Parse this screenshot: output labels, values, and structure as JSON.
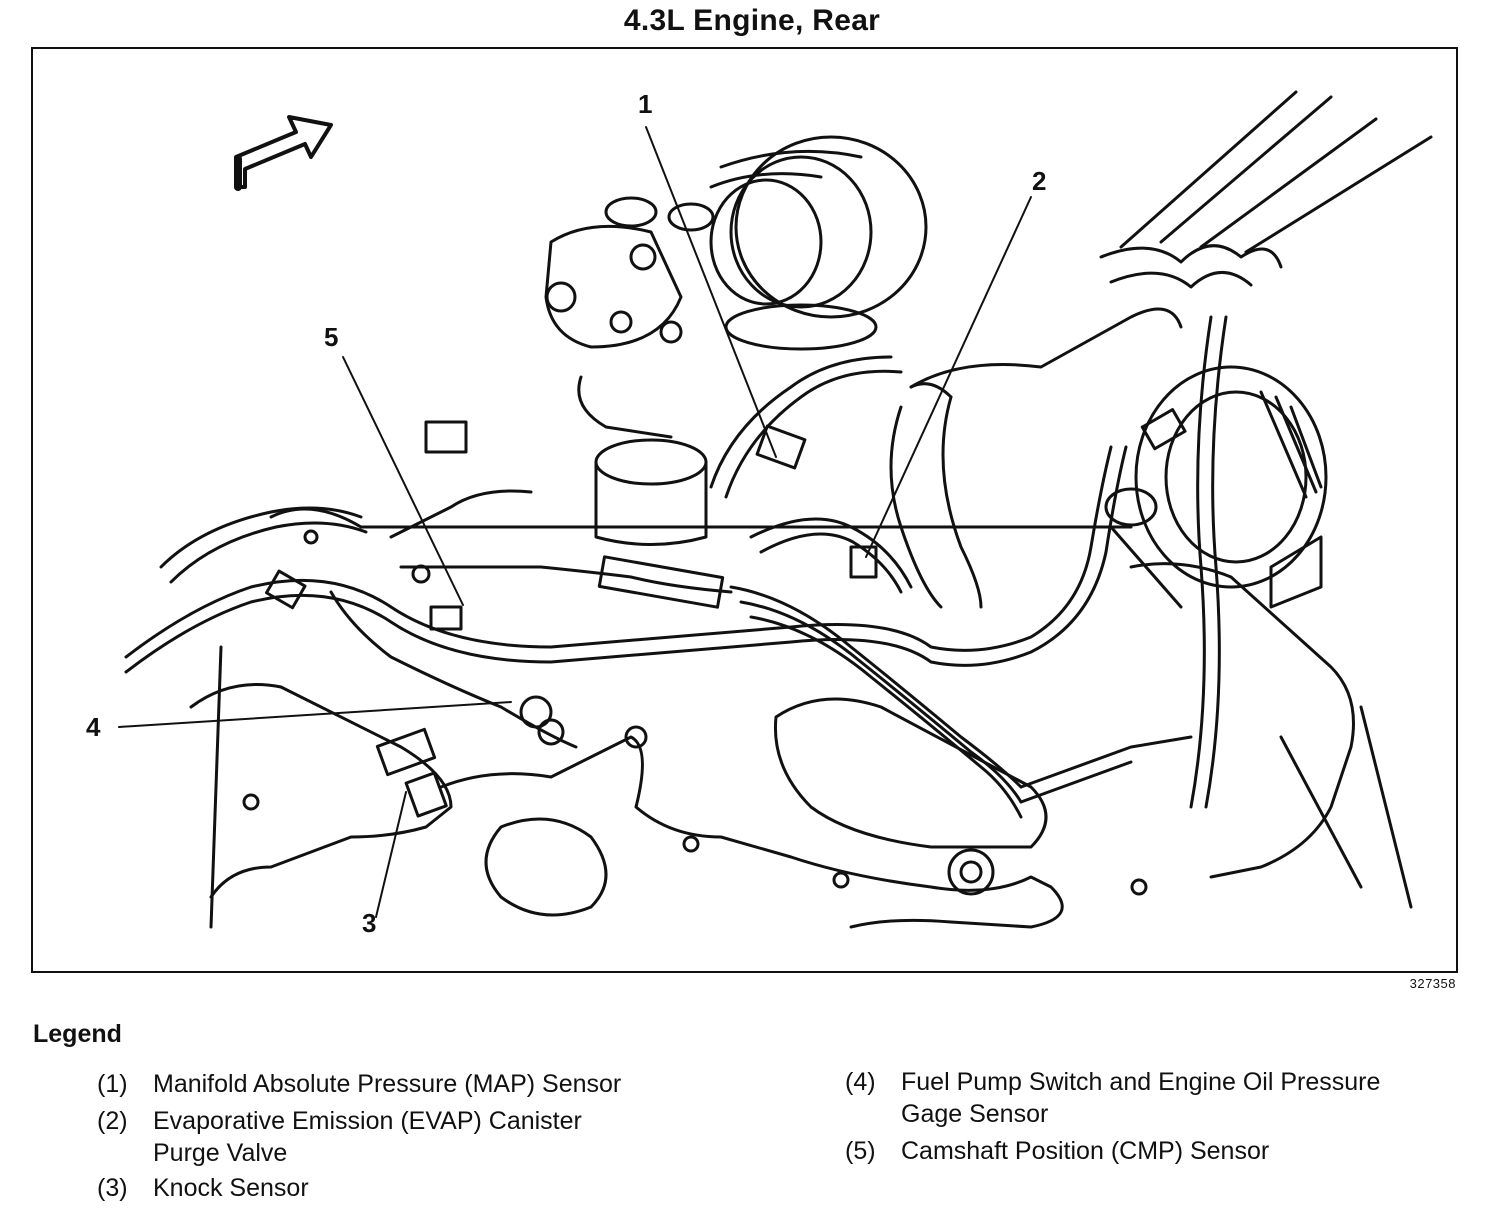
{
  "title": "4.3L Engine, Rear",
  "figure_number": "327358",
  "callouts": [
    "1",
    "2",
    "3",
    "4",
    "5"
  ],
  "legend": {
    "heading": "Legend",
    "items": [
      {
        "num": "(1)",
        "lines": [
          "Manifold Absolute Pressure (MAP) Sensor"
        ]
      },
      {
        "num": "(2)",
        "lines": [
          "Evaporative Emission (EVAP) Canister",
          "Purge Valve"
        ]
      },
      {
        "num": "(3)",
        "lines": [
          "Knock Sensor"
        ]
      },
      {
        "num": "(4)",
        "lines": [
          "Fuel Pump Switch and Engine Oil Pressure",
          "Gage Sensor"
        ]
      },
      {
        "num": "(5)",
        "lines": [
          "Camshaft Position (CMP) Sensor"
        ]
      }
    ]
  }
}
